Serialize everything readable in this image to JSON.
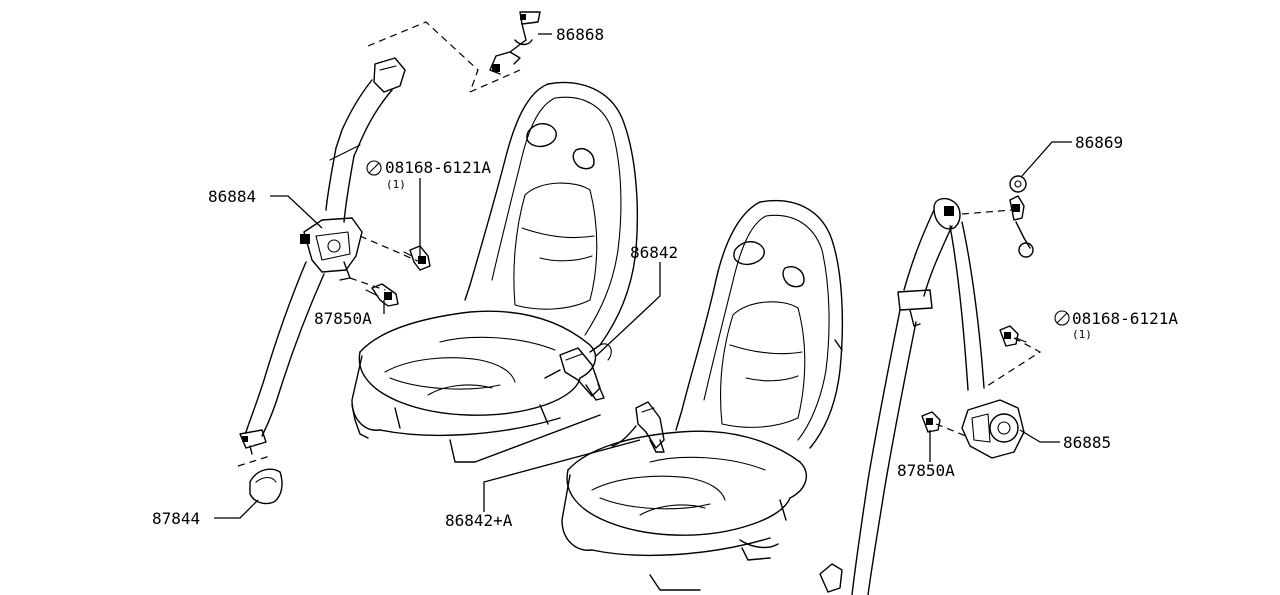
{
  "diagram": {
    "title": "Seat belt assembly diagram",
    "parts": {
      "p86868": "86868",
      "p86869": "86869",
      "p86884": "86884",
      "p86885": "86885",
      "p86842": "86842",
      "p86842a": "86842+A",
      "p87844": "87844",
      "p87850a_left": "87850A",
      "p87850a_right": "87850A",
      "p08168_left": "08168-6121A",
      "p08168_right": "08168-6121A"
    },
    "quantities": {
      "q_left": "(1)",
      "q_right": "(1)"
    },
    "colors": {
      "line": "#000000",
      "background": "#ffffff"
    }
  }
}
